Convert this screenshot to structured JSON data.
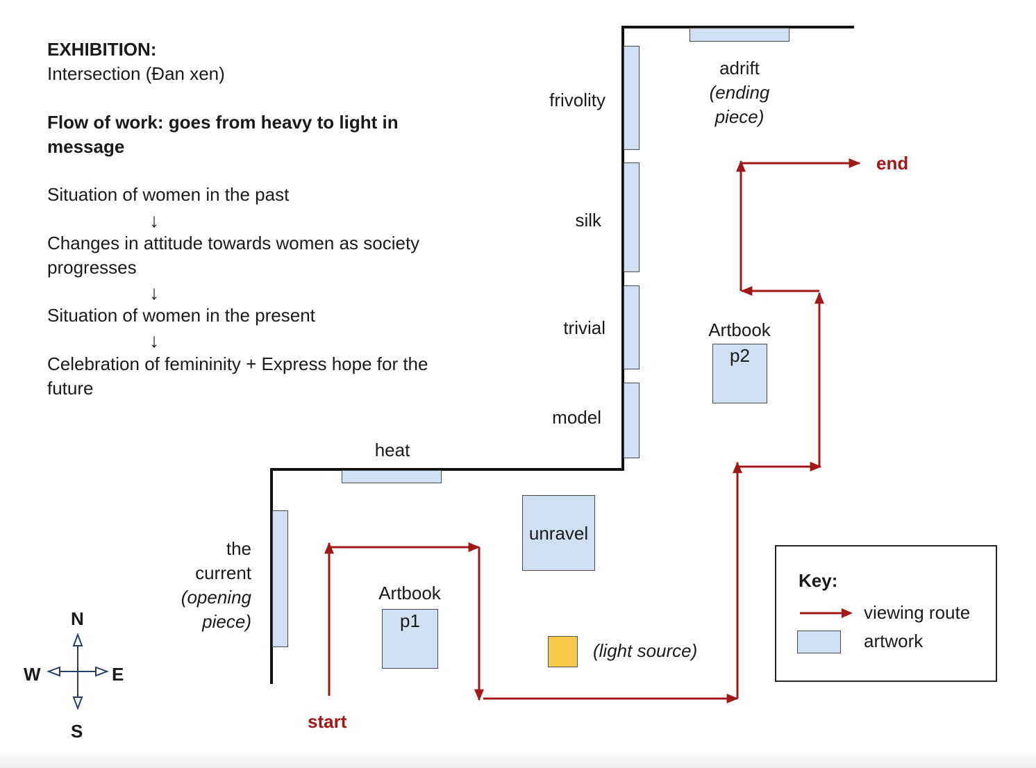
{
  "description": {
    "heading": "EXHIBITION:",
    "exhibition_name": "Intersection (Đan xen)",
    "flow_title_line1": "Flow of work: goes from heavy to light in",
    "flow_title_line2": "message",
    "flow_steps": [
      {
        "line1": "Situation of women in the past"
      },
      {
        "line1": "Changes in attitude towards women as society",
        "line2": "progresses"
      },
      {
        "line1": "Situation of women in the present"
      },
      {
        "line1": "Celebration of femininity + Express hope for the",
        "line2": "future"
      }
    ],
    "arrow_glyph": "↓"
  },
  "artworks": {
    "frivolity": "frivolity",
    "silk": "silk",
    "trivial": "trivial",
    "model": "model",
    "heat": "heat",
    "adrift_line1": "adrift",
    "adrift_line2": "(ending",
    "adrift_line3": "piece)",
    "current_line1": "the",
    "current_line2": "current",
    "current_line3": "(opening",
    "current_line4": "piece)",
    "unravel": "unravel",
    "artbook_p1_label": "Artbook",
    "artbook_p1_page": "p1",
    "artbook_p2_label": "Artbook",
    "artbook_p2_page": "p2",
    "light_source": "(light source)"
  },
  "route": {
    "start": "start",
    "end": "end",
    "color": "#a01818"
  },
  "compass": {
    "n": "N",
    "s": "S",
    "e": "E",
    "w": "W"
  },
  "key": {
    "title": "Key:",
    "route_label": "viewing route",
    "artwork_label": "artwork"
  },
  "colors": {
    "artwork_fill": "#cfe0f3",
    "light_source_fill": "#f7c948",
    "wall": "#111111"
  }
}
